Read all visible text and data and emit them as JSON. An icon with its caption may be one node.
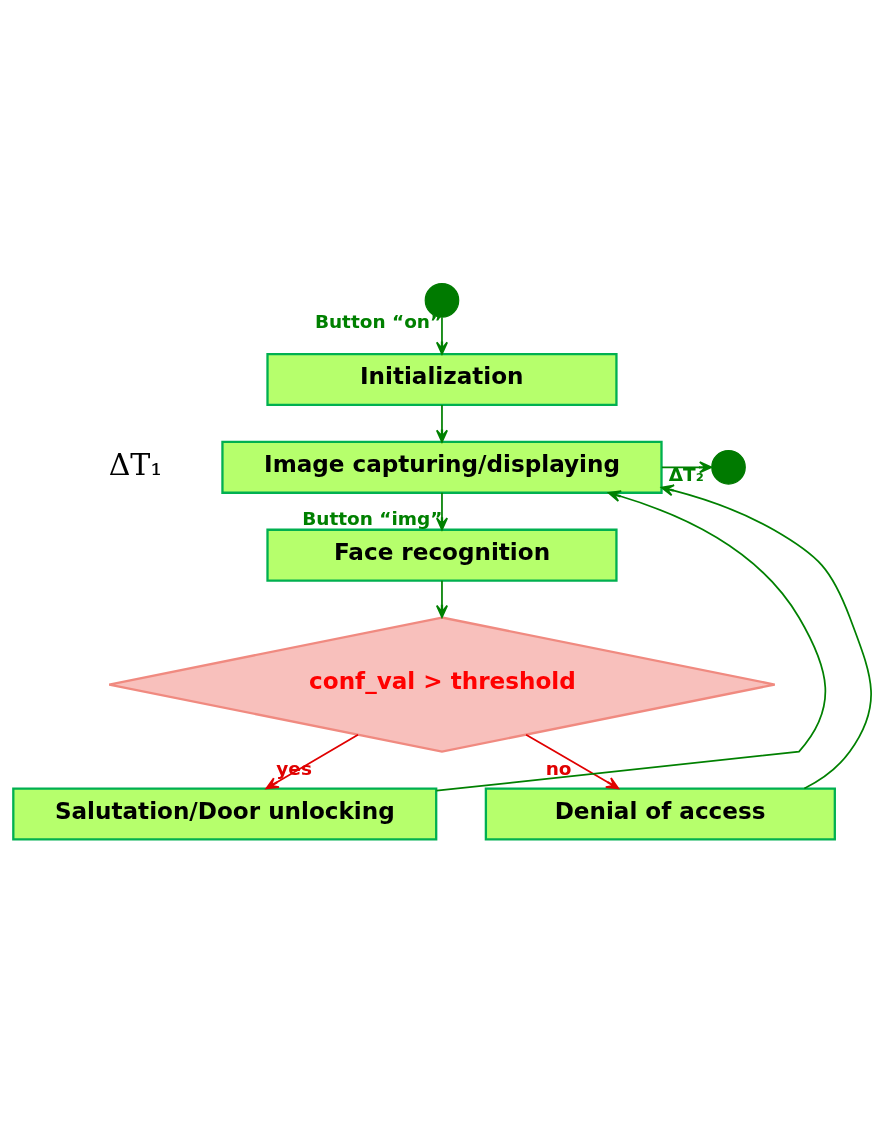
{
  "diagram": {
    "nodes": [
      {
        "text": [],
        "shape": "circle"
      },
      {
        "text": [
          "Initialization"
        ]
      },
      {
        "text": [
          "Image capturing/displaying"
        ]
      },
      {
        "text": [
          "Face recognition"
        ]
      },
      {
        "text": [
          "conf_val > threshold"
        ]
      },
      {
        "text": [
          "Salutation/Door unlocking"
        ]
      },
      {
        "text": [
          "Denial of access"
        ]
      },
      {
        "text": [],
        "shape": "circle"
      }
    ],
    "edges": [
      {
        "from": 0,
        "to": 1,
        "arrow": "to",
        "label": "Button “on”"
      },
      {
        "from": 1,
        "to": 2,
        "arrow": "to"
      },
      {
        "from": 2,
        "to": 3,
        "arrow": "to",
        "label": "Button “img”"
      },
      {
        "from": 3,
        "to": 4,
        "arrow": "to"
      },
      {
        "from": 4,
        "to": 5,
        "arrow": "to",
        "label": "yes",
        "color": "#e00000"
      },
      {
        "from": 4,
        "to": 6,
        "arrow": "to",
        "label": "no",
        "color": "#e00000"
      },
      {
        "from": 5,
        "to": 2,
        "arrow": "to"
      },
      {
        "from": 6,
        "to": 2,
        "arrow": "to"
      },
      {
        "from": 2,
        "to": 7,
        "arrow": "to",
        "label": "ΔT₂"
      }
    ],
    "labels": [
      "ΔT₁"
    ]
  }
}
